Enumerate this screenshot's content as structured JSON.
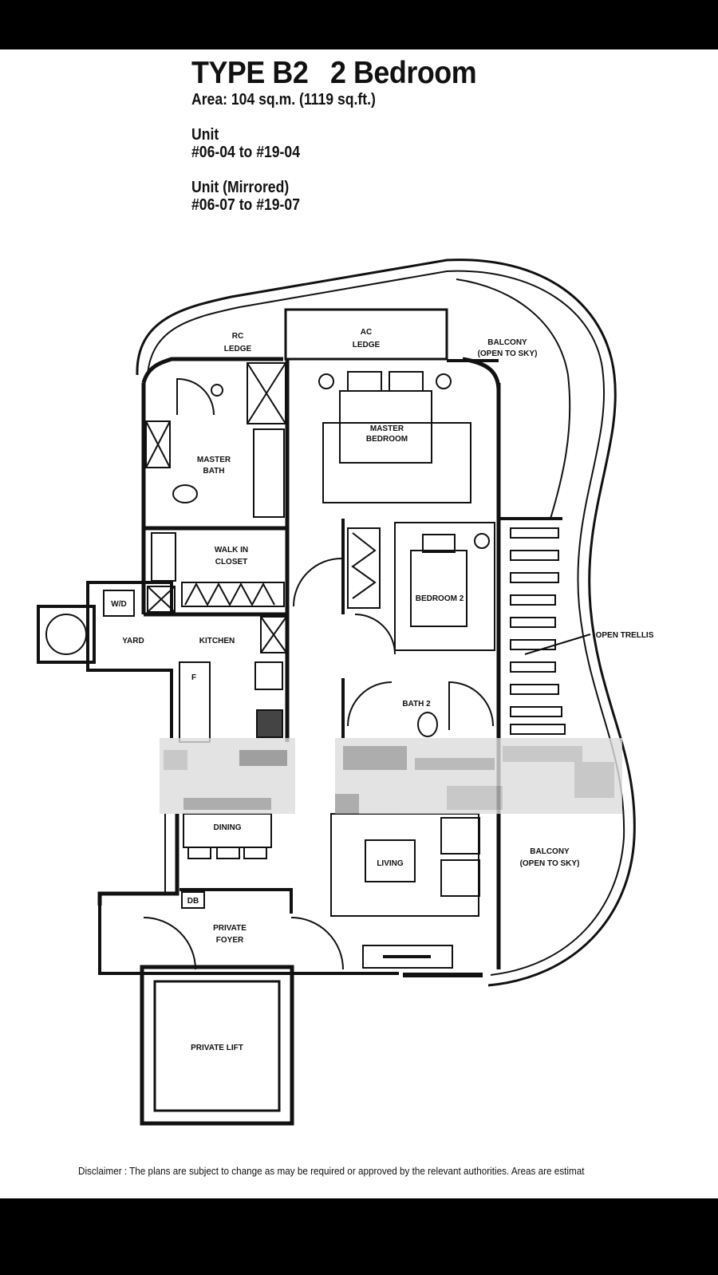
{
  "header": {
    "type": "TYPE B2",
    "bedrooms": "2 Bedroom",
    "area": "Area: 104 sq.m. (1119 sq.ft.)",
    "unit_label": "Unit",
    "unit_range": "#06-04 to #19-04",
    "mirrored_label": "Unit (Mirrored)",
    "mirrored_range": "#06-07 to #19-07"
  },
  "rooms": {
    "rc_ledge_1": "RC",
    "rc_ledge_2": "LEDGE",
    "ac_ledge_1": "AC",
    "ac_ledge_2": "LEDGE",
    "balcony_top_1": "BALCONY",
    "balcony_top_2": "(OPEN TO SKY)",
    "master_bedroom_1": "MASTER",
    "master_bedroom_2": "BEDROOM",
    "master_bath_1": "MASTER",
    "master_bath_2": "BATH",
    "walk_in_closet_1": "WALK IN",
    "walk_in_closet_2": "CLOSET",
    "wd": "W/D",
    "yard": "YARD",
    "kitchen": "KITCHEN",
    "fridge": "F",
    "bedroom2": "BEDROOM 2",
    "bath2": "BATH 2",
    "open_trellis": "OPEN TRELLIS",
    "dining": "DINING",
    "living": "LIVING",
    "balcony_bottom_1": "BALCONY",
    "balcony_bottom_2": "(OPEN TO SKY)",
    "db": "DB",
    "private_foyer_1": "PRIVATE",
    "private_foyer_2": "FOYER",
    "private_lift": "PRIVATE LIFT"
  },
  "disclaimer": "Disclaimer : The plans are subject to change as may be required or approved by the relevant authorities. Areas are estimat"
}
